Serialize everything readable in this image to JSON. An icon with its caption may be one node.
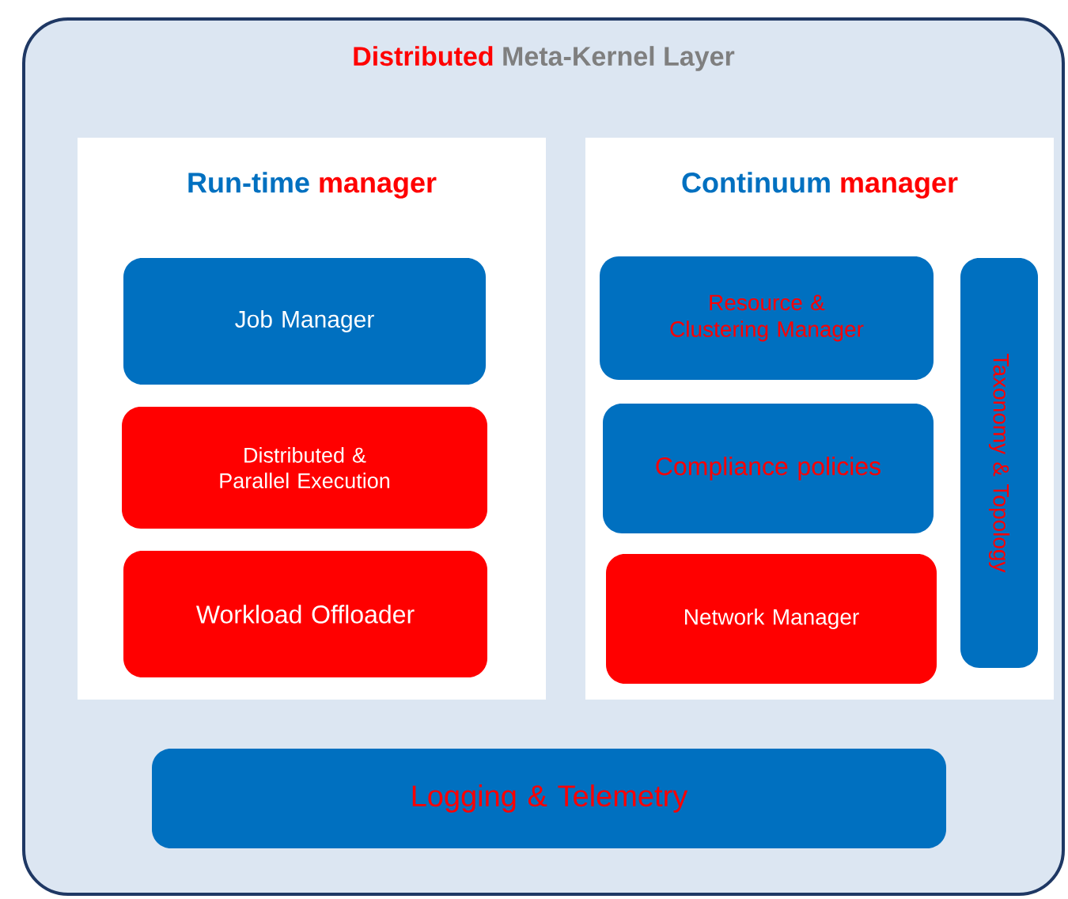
{
  "diagram": {
    "nodes": [
      {
        "text": [
          "Distributed",
          "Meta-Kernel Layer"
        ]
      },
      {
        "text": [
          "Run-time",
          "manager"
        ],
        "in": 0
      },
      {
        "text": [
          "Job Manager"
        ],
        "in": 1
      },
      {
        "text": [
          "Distributed & Parallel Execution"
        ],
        "in": 1
      },
      {
        "text": [
          "Workload Offloader"
        ],
        "in": 1
      },
      {
        "text": [
          "Continuum",
          "manager"
        ],
        "in": 0
      },
      {
        "text": [
          "Resource & Clustering Manager"
        ],
        "in": 5
      },
      {
        "text": [
          "Compliance policies"
        ],
        "in": 5
      },
      {
        "text": [
          "Network Manager"
        ],
        "in": 5
      },
      {
        "text": [
          "Taxonomy & Topology"
        ],
        "in": 5
      },
      {
        "text": [
          "Logging & Telemetry"
        ],
        "in": 0
      }
    ]
  }
}
